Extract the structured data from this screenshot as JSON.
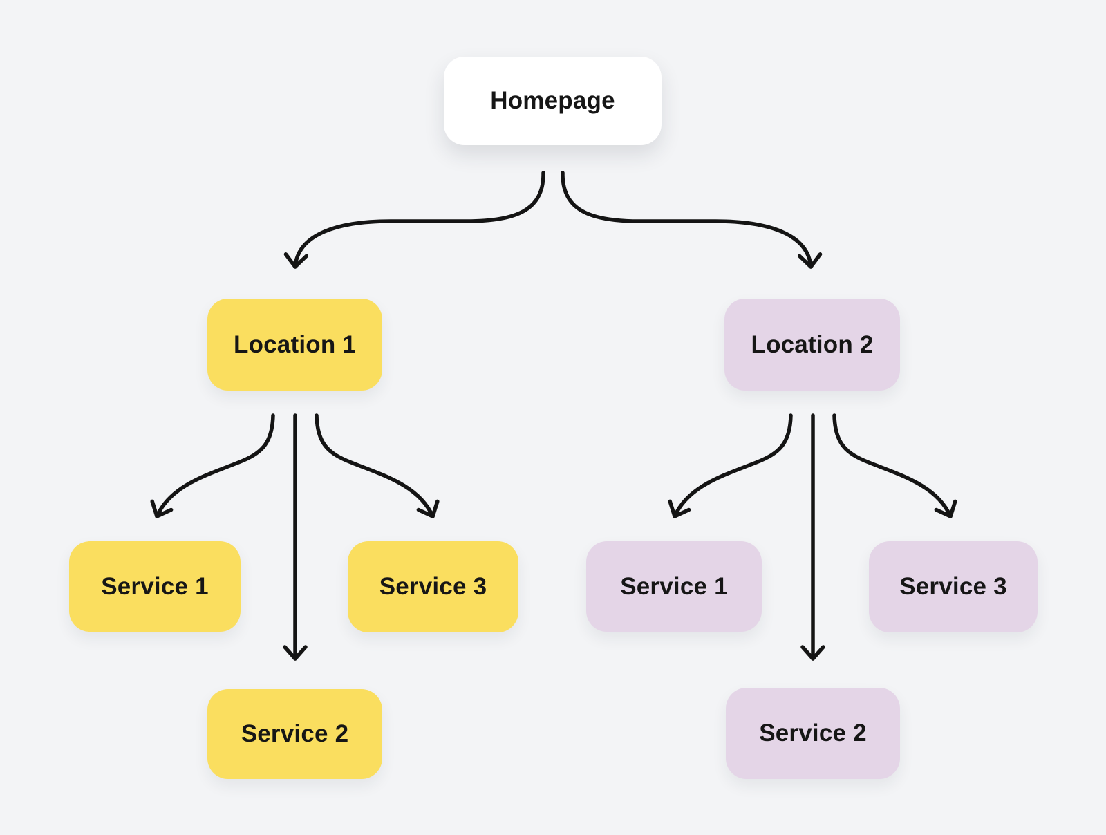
{
  "canvas": {
    "background": "#F3F4F6",
    "connector_color": "#141414"
  },
  "nodes": {
    "homepage": {
      "label": "Homepage",
      "bg": "#FFFFFF"
    },
    "location1": {
      "label": "Location 1",
      "bg": "#FADE5F"
    },
    "location2": {
      "label": "Location 2",
      "bg": "#E4D5E7"
    },
    "loc1_service1": {
      "label": "Service 1",
      "bg": "#FADE5F"
    },
    "loc1_service2": {
      "label": "Service 2",
      "bg": "#FADE5F"
    },
    "loc1_service3": {
      "label": "Service 3",
      "bg": "#FADE5F"
    },
    "loc2_service1": {
      "label": "Service 1",
      "bg": "#E4D5E7"
    },
    "loc2_service2": {
      "label": "Service 2",
      "bg": "#E4D5E7"
    },
    "loc2_service3": {
      "label": "Service 3",
      "bg": "#E4D5E7"
    }
  }
}
